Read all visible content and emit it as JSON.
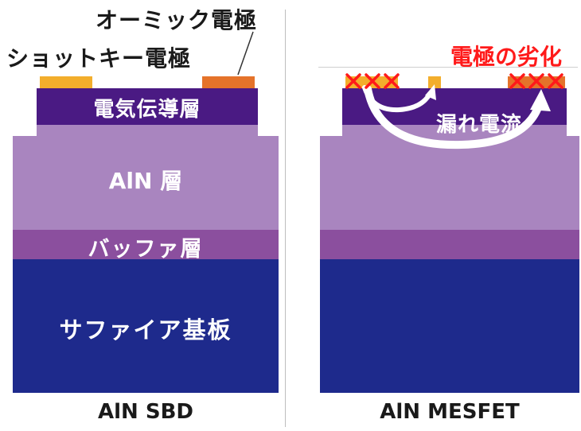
{
  "left": {
    "ohmic_label": "オーミック電極",
    "schottky_label": "ショットキー電極",
    "layer_conductive": "電気伝導層",
    "layer_aln": "AlN 層",
    "layer_buffer": "バッファ層",
    "layer_sapphire": "サファイア基板",
    "caption": "AlN SBD"
  },
  "right": {
    "degradation_label": "電極の劣化",
    "leak_label": "漏れ電流",
    "caption": "AlN MESFET"
  },
  "colors": {
    "conductive": "#4a1a83",
    "aln": "#a985bf",
    "buffer": "#8b4f9e",
    "sapphire": "#1e2a8c",
    "schottky": "#f3ae2c",
    "ohmic": "#e5732a",
    "degradation": "#ff1a1a",
    "divider": "#bdbdbd"
  }
}
